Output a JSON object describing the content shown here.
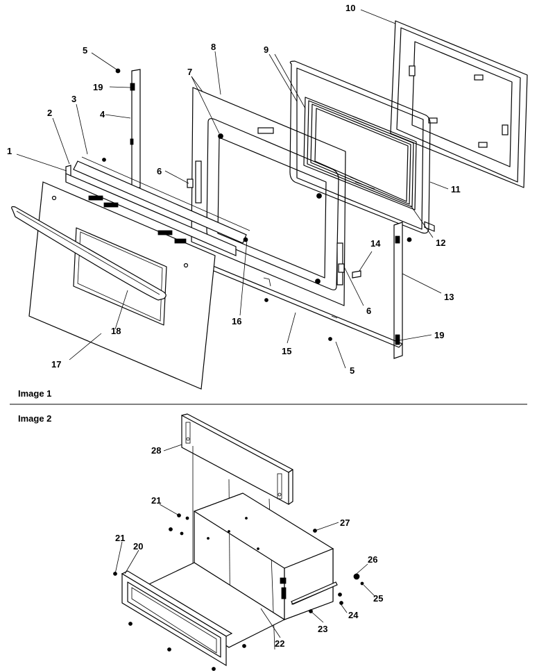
{
  "section_labels": {
    "image1": "Image 1",
    "image2": "Image 2"
  },
  "callouts": [
    {
      "id": "c1",
      "text": "1"
    },
    {
      "id": "c2",
      "text": "2"
    },
    {
      "id": "c3",
      "text": "3"
    },
    {
      "id": "c4",
      "text": "4"
    },
    {
      "id": "c5a",
      "text": "5"
    },
    {
      "id": "c5b",
      "text": "5"
    },
    {
      "id": "c6a",
      "text": "6"
    },
    {
      "id": "c6b",
      "text": "6"
    },
    {
      "id": "c7",
      "text": "7"
    },
    {
      "id": "c8",
      "text": "8"
    },
    {
      "id": "c9",
      "text": "9"
    },
    {
      "id": "c10",
      "text": "10"
    },
    {
      "id": "c11",
      "text": "11"
    },
    {
      "id": "c12",
      "text": "12"
    },
    {
      "id": "c13",
      "text": "13"
    },
    {
      "id": "c14",
      "text": "14"
    },
    {
      "id": "c15",
      "text": "15"
    },
    {
      "id": "c16",
      "text": "16"
    },
    {
      "id": "c17",
      "text": "17"
    },
    {
      "id": "c18",
      "text": "18"
    },
    {
      "id": "c19a",
      "text": "19"
    },
    {
      "id": "c19b",
      "text": "19"
    },
    {
      "id": "c20",
      "text": "20"
    },
    {
      "id": "c21a",
      "text": "21"
    },
    {
      "id": "c21b",
      "text": "21"
    },
    {
      "id": "c22",
      "text": "22"
    },
    {
      "id": "c23",
      "text": "23"
    },
    {
      "id": "c24",
      "text": "24"
    },
    {
      "id": "c25",
      "text": "25"
    },
    {
      "id": "c26",
      "text": "26"
    },
    {
      "id": "c27",
      "text": "27"
    },
    {
      "id": "c28",
      "text": "28"
    }
  ]
}
